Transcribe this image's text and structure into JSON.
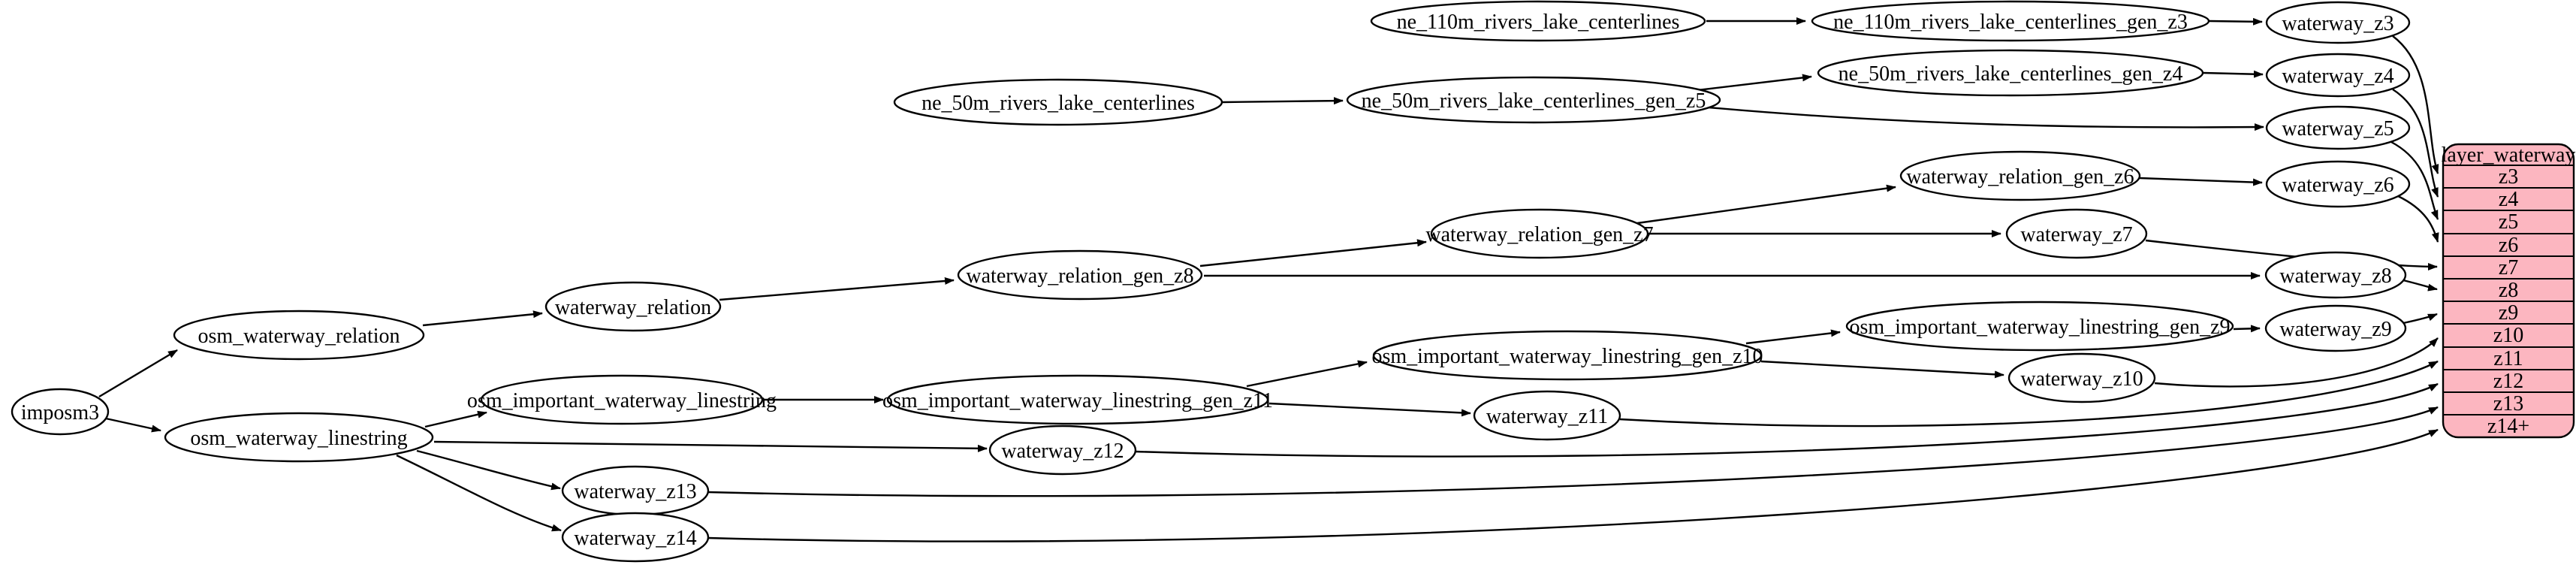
{
  "diagram": {
    "kind": "dependency-graph",
    "background_color": "#ffffff",
    "node_fill_color": "#ffffff",
    "node_stroke_color": "#000000",
    "edge_color": "#000000",
    "table_fill_color": "#fcb6c0"
  },
  "nodes": {
    "imposm3": {
      "label": "imposm3"
    },
    "osm_waterway_relation": {
      "label": "osm_waterway_relation"
    },
    "osm_waterway_linestring": {
      "label": "osm_waterway_linestring"
    },
    "waterway_relation": {
      "label": "waterway_relation"
    },
    "waterway_relation_gen_z8": {
      "label": "waterway_relation_gen_z8"
    },
    "waterway_relation_gen_z7": {
      "label": "waterway_relation_gen_z7"
    },
    "waterway_relation_gen_z6": {
      "label": "waterway_relation_gen_z6"
    },
    "osm_important_waterway_linestring": {
      "label": "osm_important_waterway_linestring"
    },
    "osm_important_waterway_linestring_gen_z11": {
      "label": "osm_important_waterway_linestring_gen_z11"
    },
    "osm_important_waterway_linestring_gen_z10": {
      "label": "osm_important_waterway_linestring_gen_z10"
    },
    "osm_important_waterway_linestring_gen_z9": {
      "label": "osm_important_waterway_linestring_gen_z9"
    },
    "ne_110m_rivers_lake_centerlines": {
      "label": "ne_110m_rivers_lake_centerlines"
    },
    "ne_110m_rivers_lake_centerlines_gen_z3": {
      "label": "ne_110m_rivers_lake_centerlines_gen_z3"
    },
    "ne_50m_rivers_lake_centerlines": {
      "label": "ne_50m_rivers_lake_centerlines"
    },
    "ne_50m_rivers_lake_centerlines_gen_z5": {
      "label": "ne_50m_rivers_lake_centerlines_gen_z5"
    },
    "ne_50m_rivers_lake_centerlines_gen_z4": {
      "label": "ne_50m_rivers_lake_centerlines_gen_z4"
    },
    "waterway_z3": {
      "label": "waterway_z3"
    },
    "waterway_z4": {
      "label": "waterway_z4"
    },
    "waterway_z5": {
      "label": "waterway_z5"
    },
    "waterway_z6": {
      "label": "waterway_z6"
    },
    "waterway_z7": {
      "label": "waterway_z7"
    },
    "waterway_z8": {
      "label": "waterway_z8"
    },
    "waterway_z9": {
      "label": "waterway_z9"
    },
    "waterway_z10": {
      "label": "waterway_z10"
    },
    "waterway_z11": {
      "label": "waterway_z11"
    },
    "waterway_z12": {
      "label": "waterway_z12"
    },
    "waterway_z13": {
      "label": "waterway_z13"
    },
    "waterway_z14": {
      "label": "waterway_z14"
    }
  },
  "table": {
    "title": "layer_waterway",
    "rows": [
      "z3",
      "z4",
      "z5",
      "z6",
      "z7",
      "z8",
      "z9",
      "z10",
      "z11",
      "z12",
      "z13",
      "z14+"
    ]
  },
  "edges": [
    {
      "from": "imposm3",
      "to": "osm_waterway_relation"
    },
    {
      "from": "imposm3",
      "to": "osm_waterway_linestring"
    },
    {
      "from": "osm_waterway_relation",
      "to": "waterway_relation"
    },
    {
      "from": "waterway_relation",
      "to": "waterway_relation_gen_z8"
    },
    {
      "from": "waterway_relation_gen_z8",
      "to": "waterway_relation_gen_z7"
    },
    {
      "from": "waterway_relation_gen_z8",
      "to": "waterway_z8"
    },
    {
      "from": "waterway_relation_gen_z7",
      "to": "waterway_relation_gen_z6"
    },
    {
      "from": "waterway_relation_gen_z7",
      "to": "waterway_z7"
    },
    {
      "from": "waterway_relation_gen_z6",
      "to": "waterway_z6"
    },
    {
      "from": "osm_waterway_linestring",
      "to": "osm_important_waterway_linestring"
    },
    {
      "from": "osm_waterway_linestring",
      "to": "waterway_z12"
    },
    {
      "from": "osm_waterway_linestring",
      "to": "waterway_z13"
    },
    {
      "from": "osm_waterway_linestring",
      "to": "waterway_z14"
    },
    {
      "from": "osm_important_waterway_linestring",
      "to": "osm_important_waterway_linestring_gen_z11"
    },
    {
      "from": "osm_important_waterway_linestring_gen_z11",
      "to": "osm_important_waterway_linestring_gen_z10"
    },
    {
      "from": "osm_important_waterway_linestring_gen_z11",
      "to": "waterway_z11"
    },
    {
      "from": "osm_important_waterway_linestring_gen_z10",
      "to": "osm_important_waterway_linestring_gen_z9"
    },
    {
      "from": "osm_important_waterway_linestring_gen_z10",
      "to": "waterway_z10"
    },
    {
      "from": "osm_important_waterway_linestring_gen_z9",
      "to": "waterway_z9"
    },
    {
      "from": "ne_110m_rivers_lake_centerlines",
      "to": "ne_110m_rivers_lake_centerlines_gen_z3"
    },
    {
      "from": "ne_110m_rivers_lake_centerlines_gen_z3",
      "to": "waterway_z3"
    },
    {
      "from": "ne_50m_rivers_lake_centerlines",
      "to": "ne_50m_rivers_lake_centerlines_gen_z5"
    },
    {
      "from": "ne_50m_rivers_lake_centerlines_gen_z5",
      "to": "ne_50m_rivers_lake_centerlines_gen_z4"
    },
    {
      "from": "ne_50m_rivers_lake_centerlines_gen_z5",
      "to": "waterway_z5"
    },
    {
      "from": "ne_50m_rivers_lake_centerlines_gen_z4",
      "to": "waterway_z4"
    },
    {
      "from": "waterway_z3",
      "to": "layer_waterway:z3"
    },
    {
      "from": "waterway_z4",
      "to": "layer_waterway:z4"
    },
    {
      "from": "waterway_z5",
      "to": "layer_waterway:z5"
    },
    {
      "from": "waterway_z6",
      "to": "layer_waterway:z6"
    },
    {
      "from": "waterway_z7",
      "to": "layer_waterway:z7"
    },
    {
      "from": "waterway_z8",
      "to": "layer_waterway:z8"
    },
    {
      "from": "waterway_z9",
      "to": "layer_waterway:z9"
    },
    {
      "from": "waterway_z10",
      "to": "layer_waterway:z10"
    },
    {
      "from": "waterway_z11",
      "to": "layer_waterway:z11"
    },
    {
      "from": "waterway_z12",
      "to": "layer_waterway:z12"
    },
    {
      "from": "waterway_z13",
      "to": "layer_waterway:z13"
    },
    {
      "from": "waterway_z14",
      "to": "layer_waterway:z14+"
    }
  ]
}
